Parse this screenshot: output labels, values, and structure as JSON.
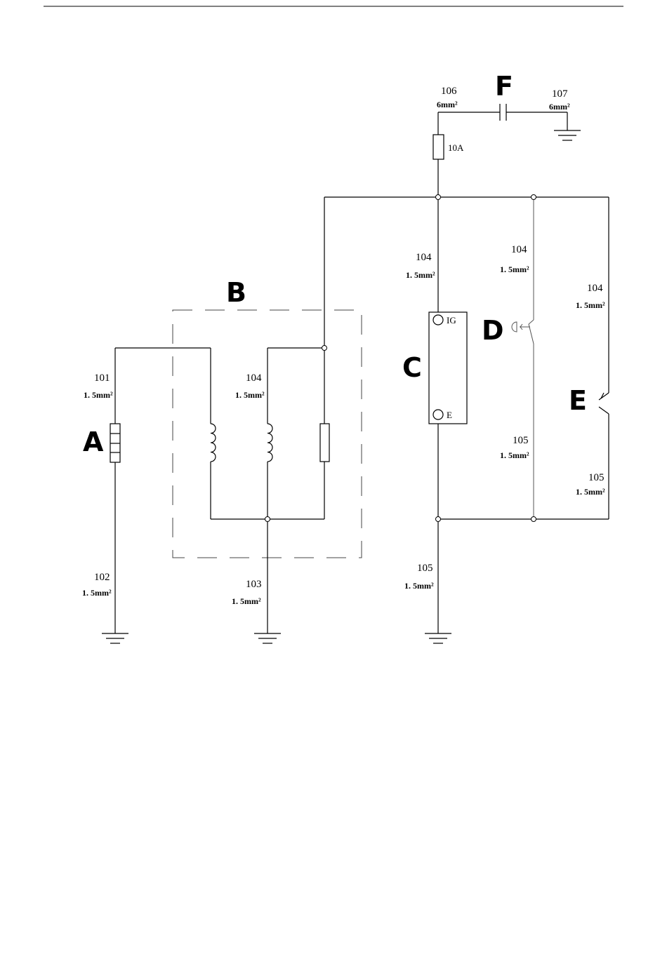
{
  "labels": {
    "a": "A",
    "b": "B",
    "c": "C",
    "d": "D",
    "e": "E",
    "f": "F"
  },
  "fuse_rating": "10A",
  "module_c": {
    "pin_ig": "IG",
    "pin_e": "E"
  },
  "wires": [
    {
      "id": "w106",
      "num": "106",
      "gauge": "6mm²"
    },
    {
      "id": "w107",
      "num": "107",
      "gauge": "6mm²"
    },
    {
      "id": "w104_c",
      "num": "104",
      "gauge": "1. 5mm²"
    },
    {
      "id": "w104_d",
      "num": "104",
      "gauge": "1. 5mm²"
    },
    {
      "id": "w104_e",
      "num": "104",
      "gauge": "1. 5mm²"
    },
    {
      "id": "w101",
      "num": "101",
      "gauge": "1. 5mm²"
    },
    {
      "id": "w104_b",
      "num": "104",
      "gauge": "1. 5mm²"
    },
    {
      "id": "w105_d",
      "num": "105",
      "gauge": "1. 5mm²"
    },
    {
      "id": "w105_e",
      "num": "105",
      "gauge": "1. 5mm²"
    },
    {
      "id": "w102",
      "num": "102",
      "gauge": "1. 5mm²"
    },
    {
      "id": "w103",
      "num": "103",
      "gauge": "1. 5mm²"
    },
    {
      "id": "w105_c",
      "num": "105",
      "gauge": "1. 5mm²"
    }
  ]
}
